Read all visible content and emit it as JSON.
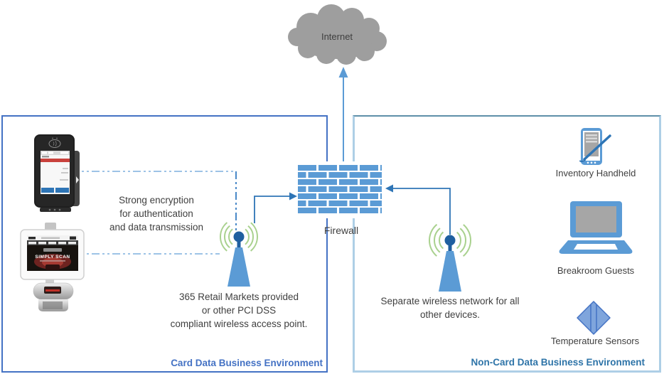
{
  "internet_label": "Internet",
  "firewall_label": "Firewall",
  "card_zone": {
    "title": "Card Data Business Environment",
    "encryption_note": "Strong encryption\nfor authentication\nand data transmission",
    "access_point_note": "365 Retail Markets provided\nor other PCI DSS\ncompliant wireless access point.",
    "kiosk_screen_text": "SIMPLY SCAN"
  },
  "non_card_zone": {
    "title": "Non-Card Data Business Environment",
    "access_point_note": "Separate wireless network for all\nother devices.",
    "devices": [
      {
        "label": "Inventory Handheld"
      },
      {
        "label": "Breakroom Guests"
      },
      {
        "label": "Temperature Sensors"
      }
    ]
  },
  "colors": {
    "card_zone_border": "#4472C4",
    "card_zone_title": "#4472C4",
    "non_card_zone_border": "#AECFE6",
    "non_card_zone_title": "#2E74A8",
    "firewall_brick": "#5B9BD5",
    "connector_blue": "#2E75B6",
    "dashed_link": "#9DC3E6",
    "wireless_wave_green": "#A9D18E",
    "cloud_gray": "#9E9E9E"
  }
}
